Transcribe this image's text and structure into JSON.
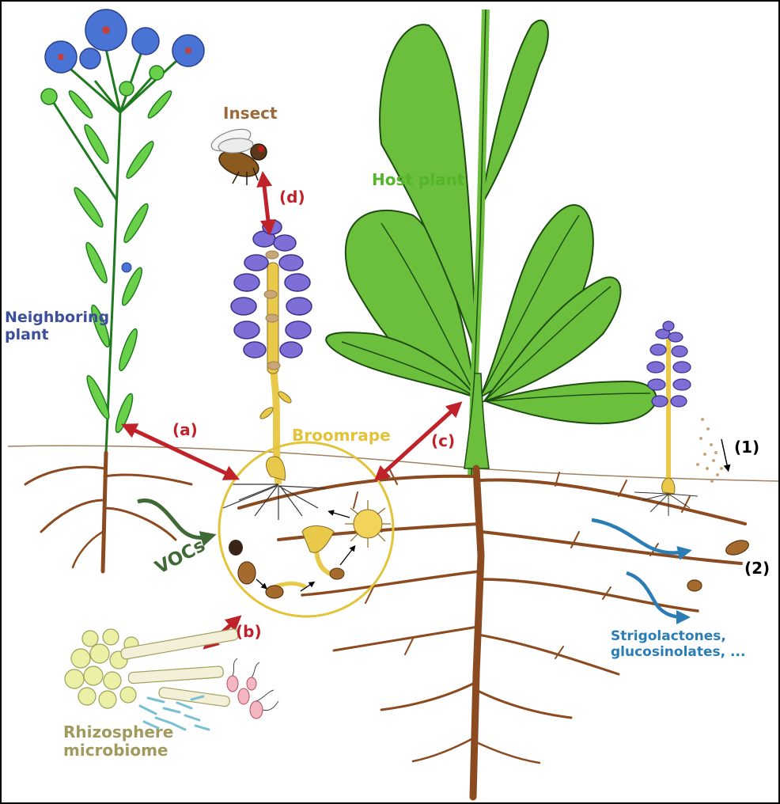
{
  "labels": {
    "neighboring_plant": "Neighboring\nplant",
    "insect": "Insect",
    "host_plant": "Host plant",
    "broomrape": "Broomrape",
    "vocs": "VOCs",
    "rhizosphere_microbiome": "Rhizosphere\nmicrobiome",
    "exudates": "Strigolactones,\nglucosinolates, ...",
    "step_1": "(1)",
    "step_2": "(2)"
  },
  "interactions": {
    "a": "(a)",
    "b": "(b)",
    "c": "(c)",
    "d": "(d)"
  },
  "colors": {
    "interaction_arrow": "#c0222a",
    "root": "#8b4a1f",
    "broomrape_circle": "#e2c43a",
    "host_leaf": "#6cbf3c",
    "flower": "#7d6fd6",
    "exudate_arrow": "#2b7db5",
    "vocs_arrow": "#3f6a35",
    "microbiome": "#ecf0a6"
  }
}
